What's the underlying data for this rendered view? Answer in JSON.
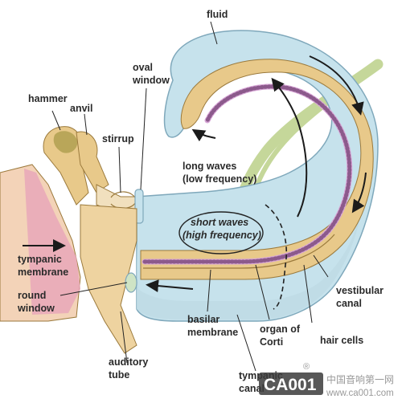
{
  "labels": {
    "fluid": "fluid",
    "oval_window_1": "oval",
    "oval_window_2": "window",
    "hammer": "hammer",
    "anvil": "anvil",
    "stirrup": "stirrup",
    "long_waves_1": "long waves",
    "long_waves_2": "(low frequency)",
    "short_waves_1": "short waves",
    "short_waves_2": "(high frequency)",
    "tympanic_membrane_1": "tympanic",
    "tympanic_membrane_2": "membrane",
    "round_window_1": "round",
    "round_window_2": "window",
    "auditory_tube_1": "auditory",
    "auditory_tube_2": "tube",
    "basilar_membrane_1": "basilar",
    "basilar_membrane_2": "membrane",
    "organ_of_corti_1": "organ of",
    "organ_of_corti_2": "Corti",
    "hair_cells": "hair cells",
    "vestibular_canal_1": "vestibular",
    "vestibular_canal_2": "canal",
    "tympanic_canal_1": "tympanic",
    "tympanic_canal_2": "canal"
  },
  "watermark": {
    "logo": "CA001",
    "registered": "®",
    "cn_text": "中国音响第一网",
    "url": "www.ca001.com"
  },
  "colors": {
    "canal_fill": "#c6e2ec",
    "canal_stroke": "#7fa8bb",
    "bone_fill": "#e8c98a",
    "bone_stroke": "#9b7a3c",
    "organ_fill": "#d7a6d6",
    "organ_stroke": "#8c5a8c",
    "nerve": "#c5d79a",
    "ear_canal": "#e8a7b8",
    "arrow": "#1b1b1b",
    "label_text": "#2a2a2a"
  }
}
